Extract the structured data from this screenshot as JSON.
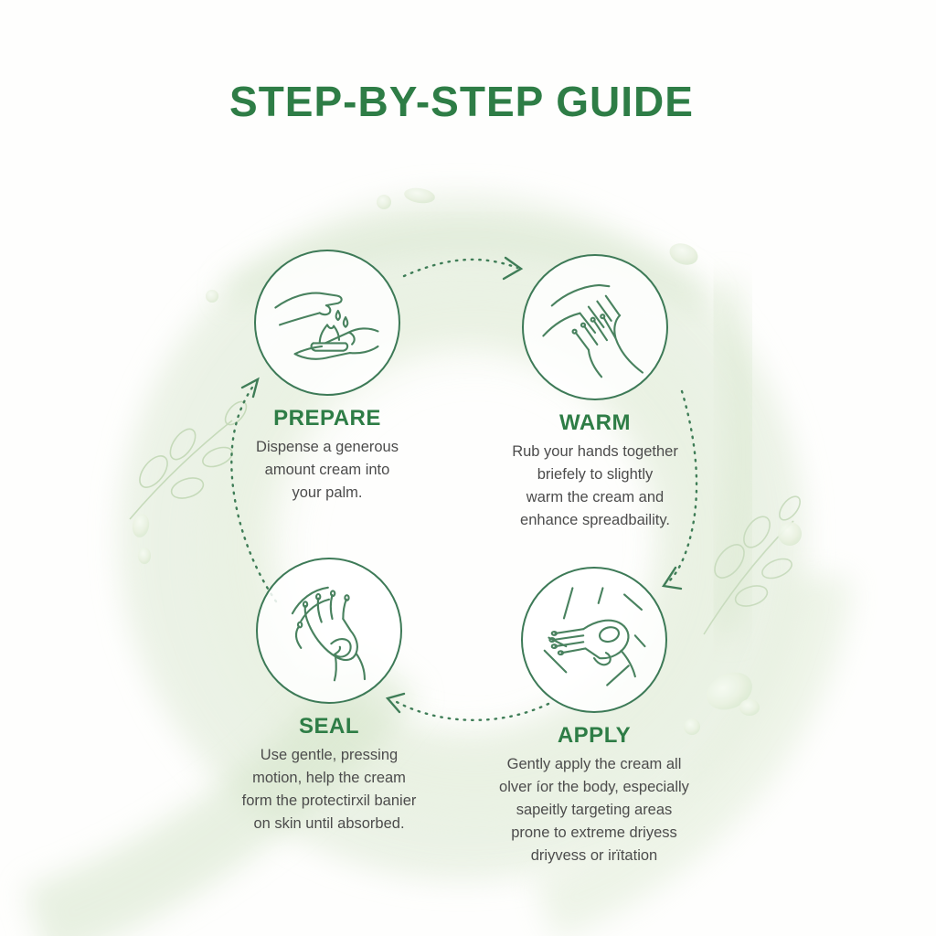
{
  "title": "STEP-BY-STEP GUIDE",
  "colors": {
    "heading_green": "#2e7d46",
    "line_green": "#49825f",
    "body_text_gray": "#4c4c4c",
    "swirl_green_light": "#dfead7",
    "swirl_green_mid": "#d4e4c8"
  },
  "steps": [
    {
      "id": "prepare",
      "label": "PREPARE",
      "icon": "dispense-cream-in-palm-icon",
      "lines": [
        "Dispense a generous",
        "amount cream into",
        "your palm."
      ]
    },
    {
      "id": "warm",
      "label": "WARM",
      "icon": "hands-rubbing-icon",
      "lines": [
        "Rub your hands together",
        "briefely to slightly",
        "warm the cream and",
        "enhance spreadbaility."
      ]
    },
    {
      "id": "seal",
      "label": "SEAL",
      "icon": "palm-pressing-icon",
      "lines": [
        "Use gentle, pressing",
        "motion, help the cream",
        "form the protectirxil banier",
        "on skin until absorbed."
      ]
    },
    {
      "id": "apply",
      "label": "APPLY",
      "icon": "hand-applying-cream-icon",
      "lines": [
        "Gently apply the cream all",
        "olver íor the body, especially",
        "sapeitly targeting areas",
        "prone to extreme driyess",
        "driyvess or irïtation"
      ]
    }
  ],
  "flow_arrows": [
    {
      "from": "PREPARE",
      "to": "WARM"
    },
    {
      "from": "WARM",
      "to": "APPLY"
    },
    {
      "from": "APPLY",
      "to": "SEAL"
    },
    {
      "from": "SEAL",
      "to": "PREPARE"
    }
  ]
}
